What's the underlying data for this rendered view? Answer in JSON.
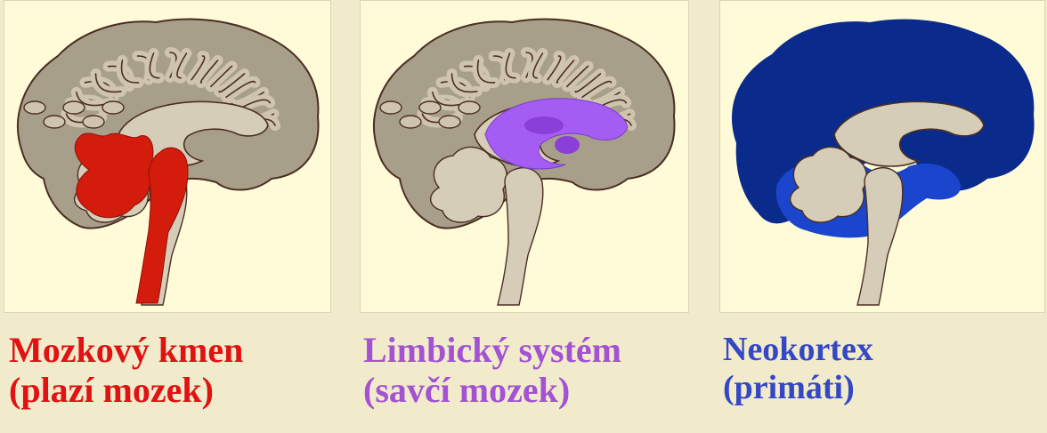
{
  "panels": [
    {
      "caption_line1": "Mozkový kmen",
      "caption_line2": "(plazí mozek)",
      "caption_color": "#e01212",
      "highlight_color": "#d41c0c",
      "highlight_region": "brainstem"
    },
    {
      "caption_line1": "Limbický systém",
      "caption_line2": "(savčí mozek)",
      "caption_color": "#a352d3",
      "highlight_color": "#a45cf2",
      "highlight_region": "limbic-system"
    },
    {
      "caption_line1": "Neokortex",
      "caption_line2": "(primáti)",
      "caption_color": "#3448c6",
      "highlight_color": "#0b2b8c",
      "highlight_region": "neocortex"
    }
  ],
  "colors": {
    "brain_tissue": "#a89f8a",
    "gyri": "#cfc4ae",
    "sulci_outline": "#4a2e22",
    "deep_structure": "#d6cdb9",
    "neocortex_secondary": "#1a45cc"
  }
}
